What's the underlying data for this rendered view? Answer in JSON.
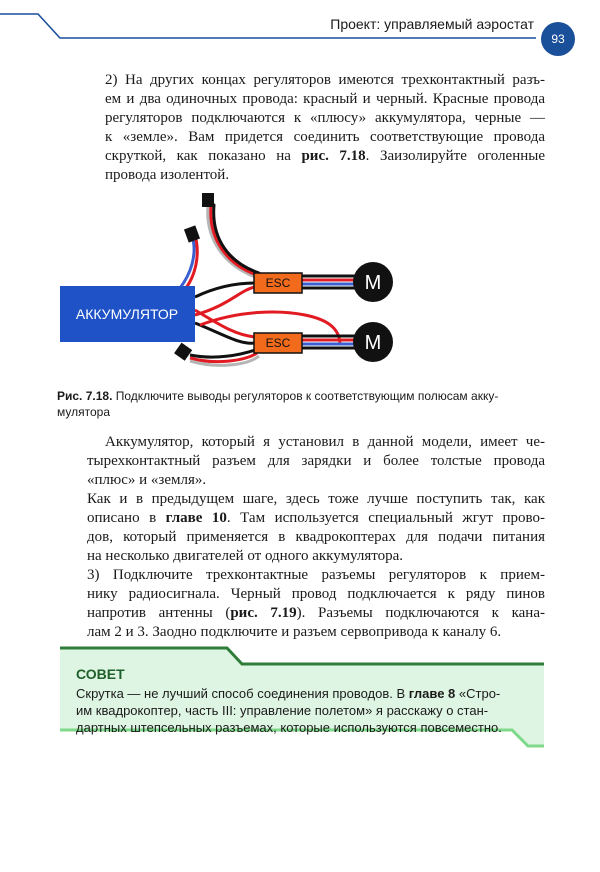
{
  "header": {
    "running_head": "Проект: управляемый аэростат",
    "page_number": "93"
  },
  "para1": {
    "lines": [
      "2) На других концах регуляторов имеются трехконтактный разъ-",
      "ем и два одиночных провода: красный и черный. Красные провода",
      "регуляторов подключаются к «плюсу» аккумулятора, черные —",
      "к «земле». Вам придется соединить соответствующие провода",
      "скруткой, как показано на ",
      "рис. 7.18",
      ". Заизолируйте оголенные",
      "провода изолентой."
    ]
  },
  "figure": {
    "battery_label": "АККУМУЛЯТОР",
    "esc_label": "ESC",
    "motor_label": "M",
    "colors": {
      "battery": "#1f52c7",
      "esc": "#f26a1b",
      "motor": "#000000",
      "wire_red": "#e21b23",
      "wire_black": "#111111",
      "wire_blue": "#3a5fd0",
      "wire_gray": "#b5b5b5"
    }
  },
  "caption": {
    "label": "Рис. 7.18.",
    "text": " Подключите выводы регуляторов к соответствующим полюсам акку-",
    "text2": "мулятора"
  },
  "para2": {
    "l1": "Аккумулятор, который я установил в данной модели, имеет че-",
    "l2": "тырехконтактный разъем для зарядки и более толстые провода",
    "l3": "«плюс» и «земля».",
    "l4": "Как и в предыдущем шаге, здесь тоже лучше поступить так, как",
    "l5a": "описано в ",
    "l5b": "главе 10",
    "l5c": ". Там используется специальный жгут прово-",
    "l6": "дов, который применяется в квадрокоптерах для подачи питания",
    "l7": "на несколько двигателей от одного аккумулятора.",
    "l8": "3) Подключите трехконтактные разъемы регуляторов к прием-",
    "l9": "нику радиосигнала. Черный провод подключается к ряду пинов",
    "l10a": "напротив антенны (",
    "l10b": "рис. 7.19",
    "l10c": "). Разъемы подключаются к кана-",
    "l11": "лам 2 и 3. Заодно подключите и разъем сервопривода к каналу 6."
  },
  "tip": {
    "title": "СОВЕТ",
    "l1a": "Скрутка — не лучший способ соединения проводов. В ",
    "l1b": "главе 8",
    "l1c": " «Стро-",
    "l2": "им квадрокоптер, часть III: управление полетом» я расскажу о стан-",
    "l3": "дартных штепсельных разъемах, которые используются повсеместно.",
    "colors": {
      "fill": "#dff5e3",
      "border": "#2f7d3a"
    }
  }
}
